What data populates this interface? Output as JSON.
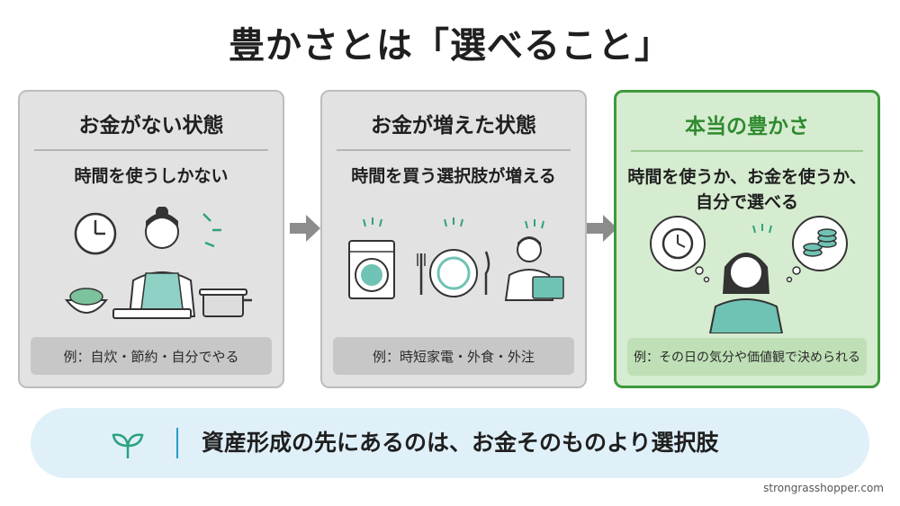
{
  "title": "豊かさとは「選べること」",
  "cards": [
    {
      "title": "お金がない状態",
      "subtitle": "時間を使うしかない",
      "example": "例：自炊・節約・自分でやる",
      "icons": [
        "clock-icon",
        "woman-cooking-icon",
        "vegetable-bowl-icon",
        "cutting-board-icon",
        "pot-icon"
      ]
    },
    {
      "title": "お金が増えた状態",
      "subtitle": "時間を買う選択肢が増える",
      "example": "例：時短家電・外食・外注",
      "icons": [
        "washing-machine-icon",
        "plate-fork-knife-icon",
        "person-laptop-icon"
      ]
    },
    {
      "title": "本当の豊かさ",
      "subtitle_line1": "時間を使うか、お金を使うか、",
      "subtitle_line2": "自分で選べる",
      "example": "例：その日の気分や価値観で決められる",
      "icons": [
        "clock-thought-icon",
        "woman-thinking-icon",
        "coins-thought-icon"
      ]
    }
  ],
  "banner": {
    "icon": "sprout-icon",
    "text": "資産形成の先にあるのは、お金そのものより選択肢"
  },
  "watermark": "strongrasshopper.com",
  "colors": {
    "gray_card": "#e2e2e2",
    "green_card": "#d6ecd0",
    "green_accent": "#3d9a3a",
    "banner": "#dff0f9",
    "teal": "#6fc3b4"
  }
}
